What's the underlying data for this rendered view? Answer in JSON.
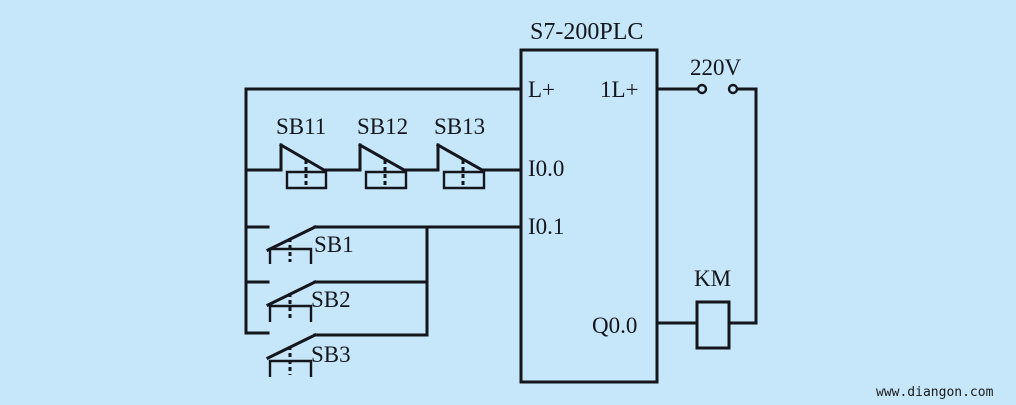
{
  "plc": {
    "title": "S7-200PLC",
    "terminals": {
      "l_plus": "L+",
      "one_l_plus": "1L+",
      "i0_0": "I0.0",
      "i0_1": "I0.1",
      "q0_0": "Q0.0"
    }
  },
  "supply": {
    "label": "220V"
  },
  "coil": {
    "label": "KM"
  },
  "stop_buttons": [
    "SB11",
    "SB12",
    "SB13"
  ],
  "start_buttons": [
    "SB1",
    "SB2",
    "SB3"
  ],
  "watermark": "www.diangon.com",
  "colors": {
    "background": "#c6e6fa",
    "ink": "#14161c"
  }
}
